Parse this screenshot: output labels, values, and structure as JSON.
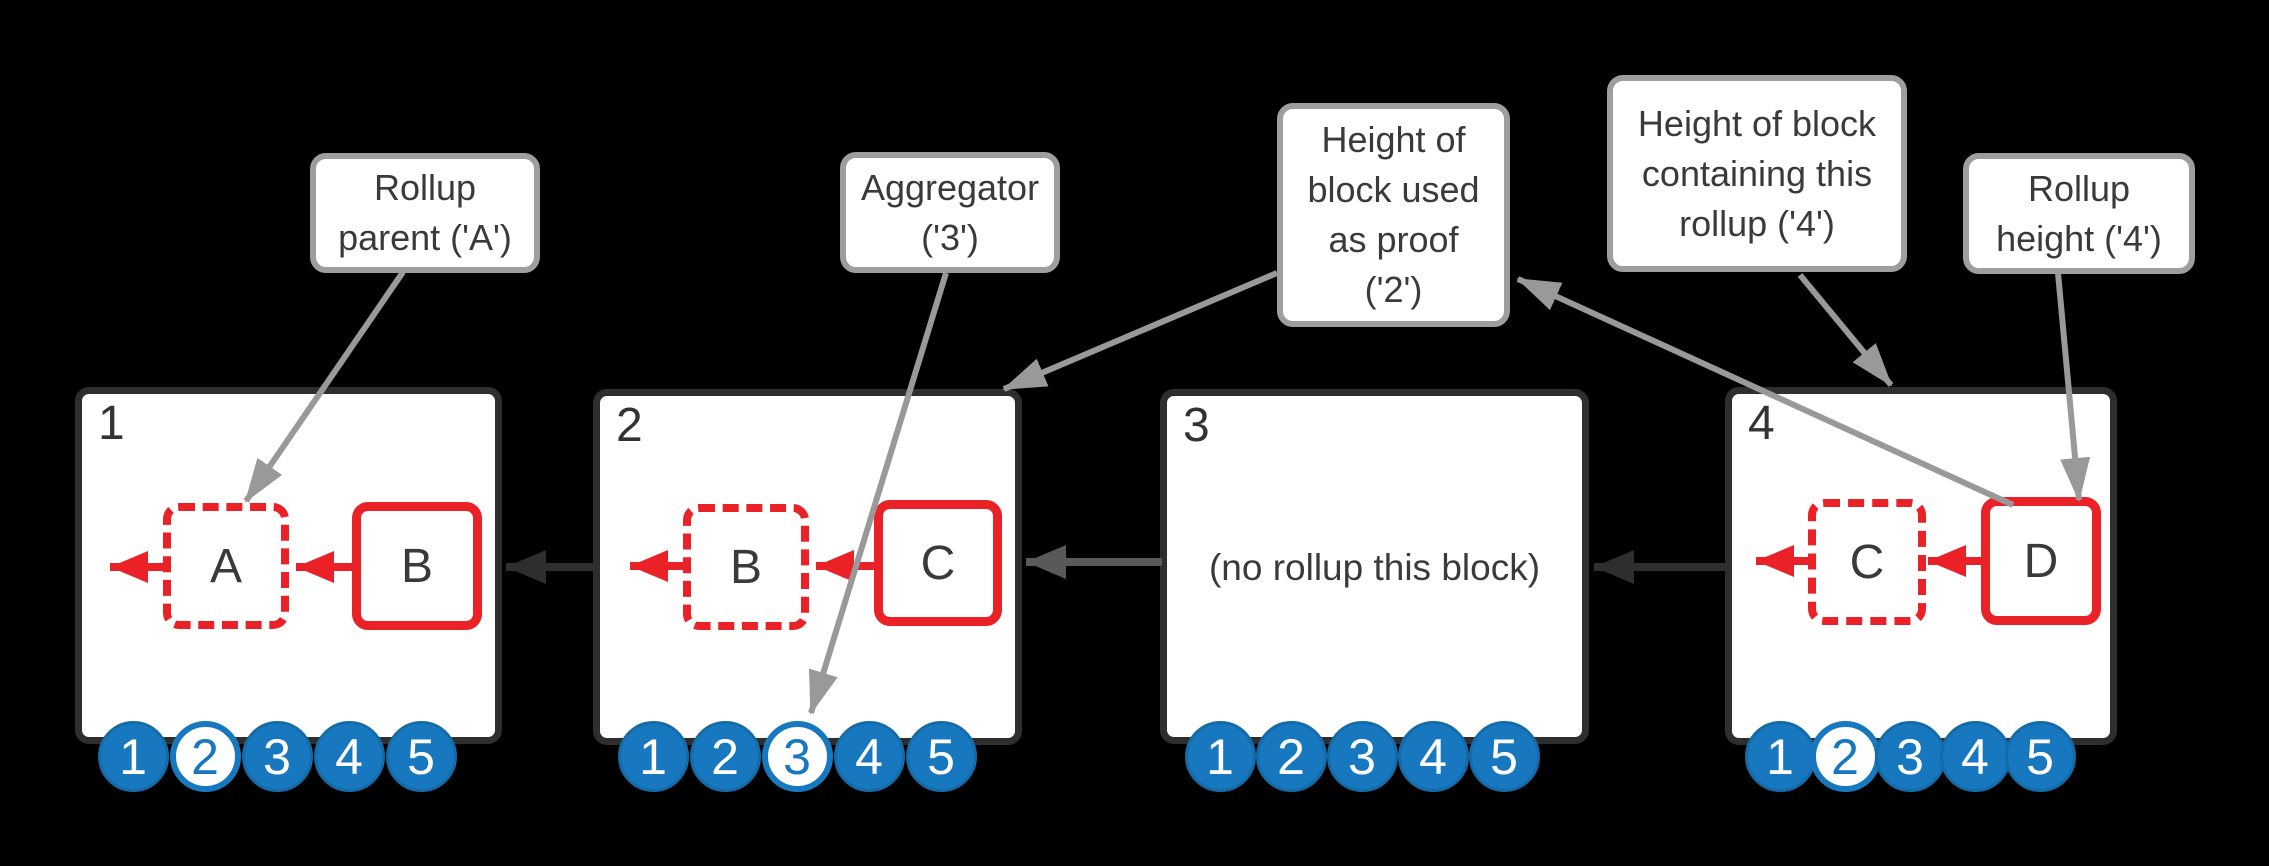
{
  "figure": {
    "background": "#000000",
    "accent_red": "#ea2127",
    "accent_blue": "#1878bf",
    "block_border": "#2e2e2e",
    "callout_border": "#9e9e9e",
    "callout_arrow_gray": "#999999",
    "chain_arrow_dark": "#2e2e2e",
    "chain_arrow_mid": "#595959"
  },
  "callouts": [
    {
      "name": "rollup-parent",
      "lines": [
        "Rollup",
        "parent ('A')"
      ]
    },
    {
      "name": "aggregator",
      "lines": [
        "Aggregator",
        "('3')"
      ]
    },
    {
      "name": "height-proof",
      "lines": [
        "Height of",
        "block used",
        "as proof",
        "('2')"
      ]
    },
    {
      "name": "height-containing",
      "lines": [
        "Height of block",
        "containing this",
        "rollup ('4')"
      ]
    },
    {
      "name": "rollup-height",
      "lines": [
        "Rollup",
        "height ('4')"
      ]
    }
  ],
  "blocks": [
    {
      "label": "1",
      "dashed": "A",
      "solid": "B",
      "chain": [
        "1",
        "2",
        "3",
        "4",
        "5"
      ],
      "highlighted": "2"
    },
    {
      "label": "2",
      "dashed": "B",
      "solid": "C",
      "chain": [
        "1",
        "2",
        "3",
        "4",
        "5"
      ],
      "highlighted": "3"
    },
    {
      "label": "3",
      "note": "(no rollup this block)",
      "chain": [
        "1",
        "2",
        "3",
        "4",
        "5"
      ],
      "highlighted": ""
    },
    {
      "label": "4",
      "dashed": "C",
      "solid": "D",
      "chain": [
        "1",
        "2",
        "3",
        "4",
        "5"
      ],
      "highlighted": "2"
    }
  ]
}
